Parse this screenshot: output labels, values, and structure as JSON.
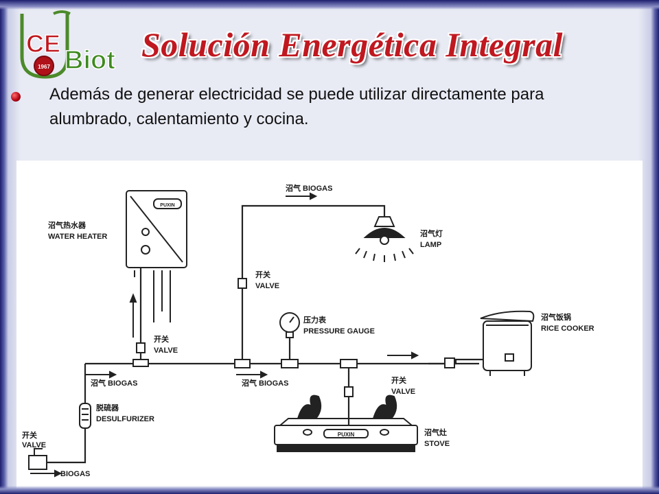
{
  "slide": {
    "title": "Solución Energética Integral",
    "body": "Además de generar electricidad se puede utilizar directamente para alumbrado, calentamiento y cocina."
  },
  "logo": {
    "line1": "CE",
    "line2": "Biot",
    "year": "1967"
  },
  "diagram": {
    "labels": {
      "biogas_top": "沼气 BIOGAS",
      "lamp_cn": "沼气灯",
      "lamp_en": "LAMP",
      "water_heater_cn": "沼气热水器",
      "water_heater_en": "WATER HEATER",
      "valve_mid_cn": "开关",
      "valve_mid_en": "VALVE",
      "gauge_cn": "压力表",
      "gauge_en": "PRESSURE GAUGE",
      "rice_cooker_cn": "沼气饭锅",
      "rice_cooker_en": "RICE COOKER",
      "valve_heater_cn": "开关",
      "valve_heater_en": "VALVE",
      "biogas_left": "沼气 BIOGAS",
      "biogas_center": "沼气 BIOGAS",
      "valve_stove_cn": "开关",
      "valve_stove_en": "VALVE",
      "desulfurizer_cn": "脱硫器",
      "desulfurizer_en": "DESULFURIZER",
      "stove_cn": "沼气灶",
      "stove_en": "STOVE",
      "valve_inlet_cn": "开关",
      "valve_inlet_en": "VALVE",
      "biogas_inlet": "BIOGAS",
      "brand_heater": "PUXIN",
      "brand_stove": "PUXIN"
    }
  }
}
